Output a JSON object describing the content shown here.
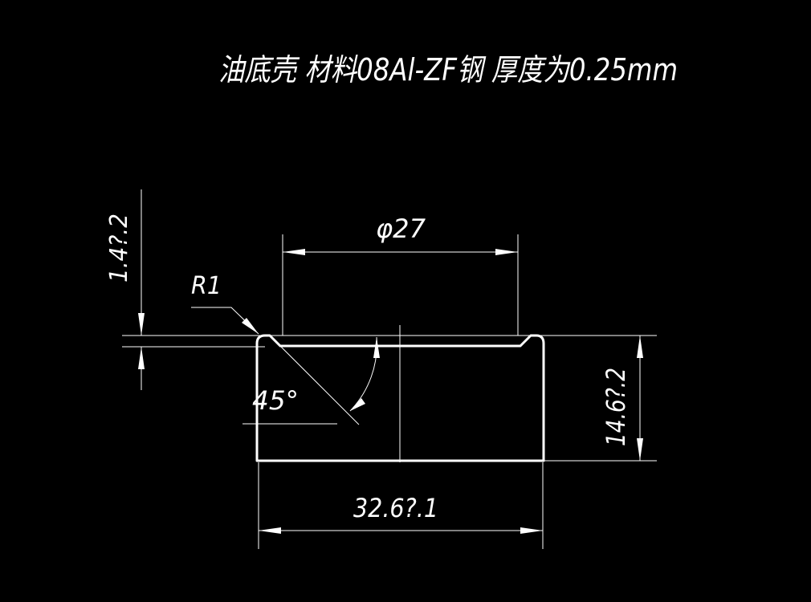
{
  "title": "油底壳 材料08Al-ZF钢 厚度为0.25mm",
  "dimensions": {
    "diameter": "φ27",
    "radius": "R1",
    "angle": "45°",
    "bottom_width": "32.6?.1",
    "height": "14.6?.2",
    "rim_height": "1.4?.2"
  },
  "colors": {
    "background": "#000000",
    "lines": "#ffffff"
  }
}
